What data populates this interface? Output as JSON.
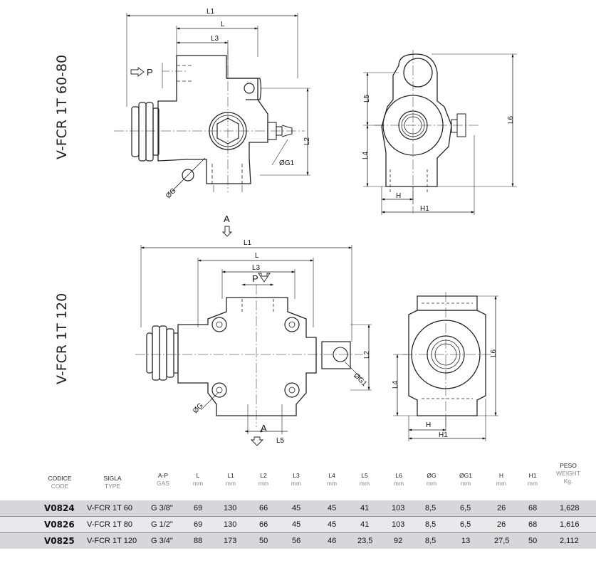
{
  "drawing_top": {
    "model_label": "V-FCR 1T 60-80",
    "dims": {
      "L1": "L1",
      "L": "L",
      "L3": "L3",
      "L2": "L2",
      "L4": "L4",
      "L5": "L5",
      "L6": "L6",
      "H": "H",
      "H1": "H1",
      "G": "ØG",
      "G1": "ØG1"
    },
    "port_p": "P",
    "port_a": "A"
  },
  "drawing_bottom": {
    "model_label": "V-FCR 1T 120",
    "dims": {
      "L1": "L1",
      "L": "L",
      "L3": "L3",
      "L2": "L2",
      "L4": "L4",
      "L5": "L5",
      "L6": "L6",
      "H": "H",
      "H1": "H1",
      "G": "ØG",
      "G1": "ØG1"
    },
    "port_p": "P",
    "port_a": "A"
  },
  "table": {
    "columns": [
      {
        "key": "code",
        "label": "CODICE",
        "sub": "CODE"
      },
      {
        "key": "type",
        "label": "SIGLA",
        "sub": "TYPE"
      },
      {
        "key": "ap",
        "label": "A-P",
        "sub": "GAS"
      },
      {
        "key": "l",
        "label": "L",
        "sub": "mm"
      },
      {
        "key": "l1",
        "label": "L1",
        "sub": "mm"
      },
      {
        "key": "l2",
        "label": "L2",
        "sub": "mm"
      },
      {
        "key": "l3",
        "label": "L3",
        "sub": "mm"
      },
      {
        "key": "l4",
        "label": "L4",
        "sub": "mm"
      },
      {
        "key": "l5",
        "label": "L5",
        "sub": "mm"
      },
      {
        "key": "l6",
        "label": "L6",
        "sub": "mm"
      },
      {
        "key": "g",
        "label": "ØG",
        "sub": "mm"
      },
      {
        "key": "g1",
        "label": "ØG1",
        "sub": "mm"
      },
      {
        "key": "h",
        "label": "H",
        "sub": "mm"
      },
      {
        "key": "h1",
        "label": "H1",
        "sub": "mm"
      },
      {
        "key": "peso",
        "label": "PESO",
        "label2": "WEIGHT",
        "sub": "Kg."
      }
    ],
    "rows": [
      {
        "code": "V0824",
        "type": "V-FCR 1T 60",
        "ap": "G 3/8\"",
        "l": "69",
        "l1": "130",
        "l2": "66",
        "l3": "45",
        "l4": "45",
        "l5": "41",
        "l6": "103",
        "g": "8,5",
        "g1": "6,5",
        "h": "26",
        "h1": "68",
        "peso": "1,628"
      },
      {
        "code": "V0826",
        "type": "V-FCR 1T 80",
        "ap": "G 1/2\"",
        "l": "69",
        "l1": "130",
        "l2": "66",
        "l3": "45",
        "l4": "45",
        "l5": "41",
        "l6": "103",
        "g": "8,5",
        "g1": "6,5",
        "h": "26",
        "h1": "68",
        "peso": "1,616"
      },
      {
        "code": "V0825",
        "type": "V-FCR 1T 120",
        "ap": "G 3/4\"",
        "l": "88",
        "l1": "173",
        "l2": "50",
        "l3": "56",
        "l4": "46",
        "l5": "23,5",
        "l6": "92",
        "g": "8,5",
        "g1": "13",
        "h": "27,5",
        "h1": "50",
        "peso": "2,112"
      }
    ]
  }
}
